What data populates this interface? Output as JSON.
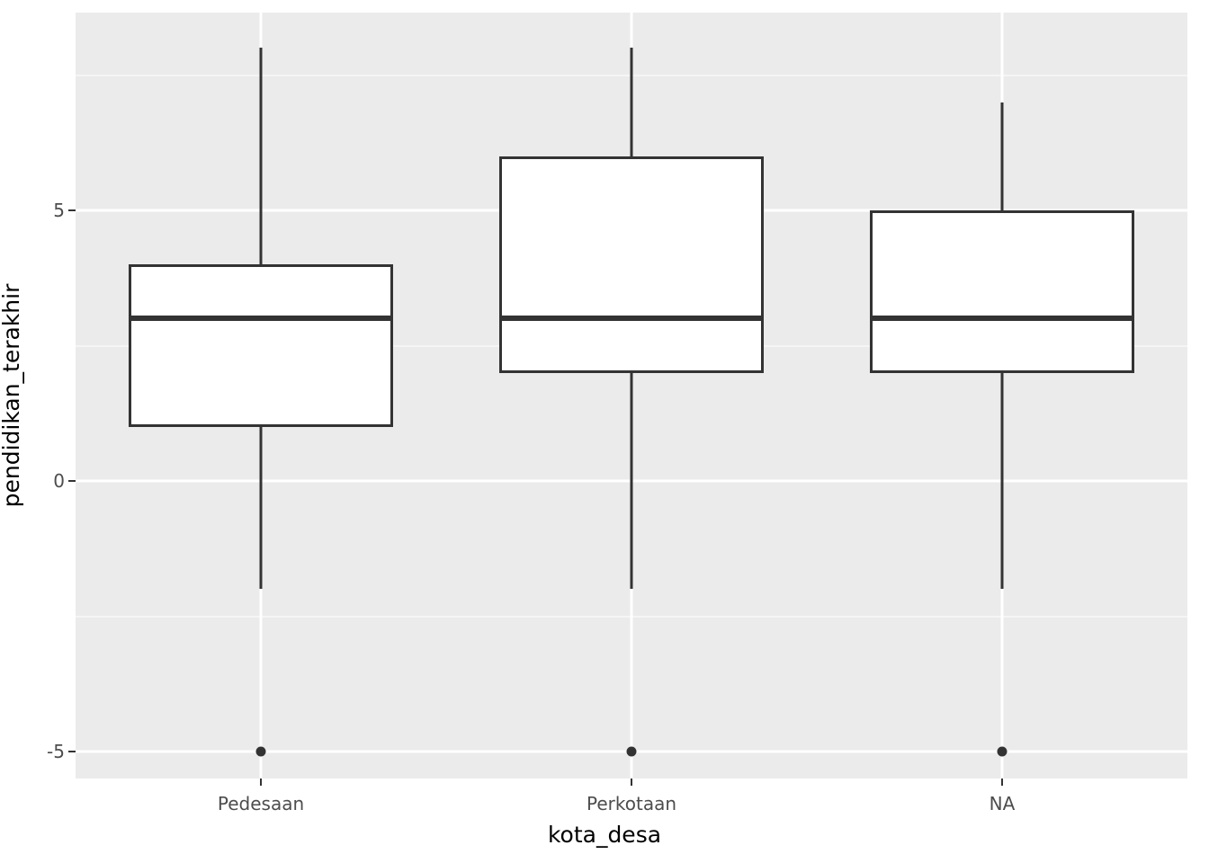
{
  "chart_data": {
    "type": "boxplot",
    "title": "",
    "xlabel": "kota_desa",
    "ylabel": "pendidikan_terakhir",
    "categories": [
      "Pedesaan",
      "Perkotaan",
      "NA"
    ],
    "y_ticks": [
      {
        "value": 5,
        "label": "5"
      },
      {
        "value": 0,
        "label": "0"
      },
      {
        "value": -5,
        "label": "-5"
      }
    ],
    "y_minor_gridlines": [
      7.5,
      2.5,
      -2.5
    ],
    "ylim": [
      -5.8,
      8.6
    ],
    "grid": true,
    "legend": "none",
    "panel_background": "#EBEBEB",
    "major_grid_color": "#FFFFFF",
    "minor_grid_color": "#F5F5F5",
    "box_fill": "#FFFFFF",
    "box_stroke": "#333333",
    "axis_text_color": "#4D4D4D",
    "axis_title_color": "#000000",
    "boxes": [
      {
        "category": "Pedesaan",
        "lower_whisker": -2,
        "q1": 1,
        "median": 3,
        "q3": 4,
        "upper_whisker": 8,
        "outliers": [
          -5
        ]
      },
      {
        "category": "Perkotaan",
        "lower_whisker": -2,
        "q1": 2,
        "median": 3,
        "q3": 6,
        "upper_whisker": 8,
        "outliers": [
          -5
        ]
      },
      {
        "category": "NA",
        "lower_whisker": -2,
        "q1": 2,
        "median": 3,
        "q3": 5,
        "upper_whisker": 7,
        "outliers": [
          -5
        ]
      }
    ]
  }
}
